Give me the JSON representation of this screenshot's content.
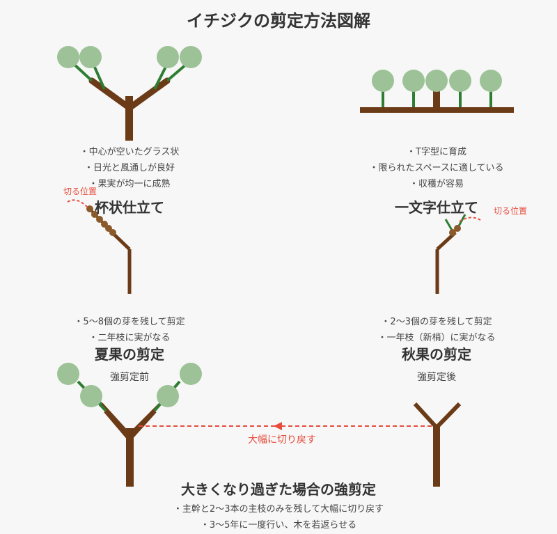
{
  "title": "イチジクの剪定方法図解",
  "cup": {
    "heading": "杯状仕立て",
    "bullets": [
      "・中心が空いたグラス状",
      "・日光と風通しが良好",
      "・果実が均一に成熟"
    ]
  },
  "ichimonji": {
    "heading": "一文字仕立て",
    "bullets": [
      "・T字型に育成",
      "・限られたスペースに適している",
      "・収穫が容易"
    ]
  },
  "cut_label_left": "切る位置",
  "cut_label_right": "切る位置",
  "summer": {
    "heading": "夏果の剪定",
    "bullets": [
      "・5〜8個の芽を残して剪定",
      "・二年枝に実がなる"
    ]
  },
  "autumn": {
    "heading": "秋果の剪定",
    "bullets": [
      "・2〜3個の芽を残して剪定",
      "・一年枝（新梢）に実がなる"
    ]
  },
  "before_label": "強剪定前",
  "after_label": "強剪定後",
  "arrow_label": "大幅に切り戻す",
  "hard": {
    "heading": "大きくなり過ぎた場合の強剪定",
    "bullets": [
      "・主幹と2〜3本の主枝のみを残して大幅に切り戻す",
      "・3〜5年に一度行い、木を若返らせる"
    ]
  },
  "colors": {
    "trunk": "#6b3a16",
    "branch": "#2e7d32",
    "leaf": "#9dc297",
    "bud": "#8b5a2b",
    "cut": "#e74c3c"
  }
}
